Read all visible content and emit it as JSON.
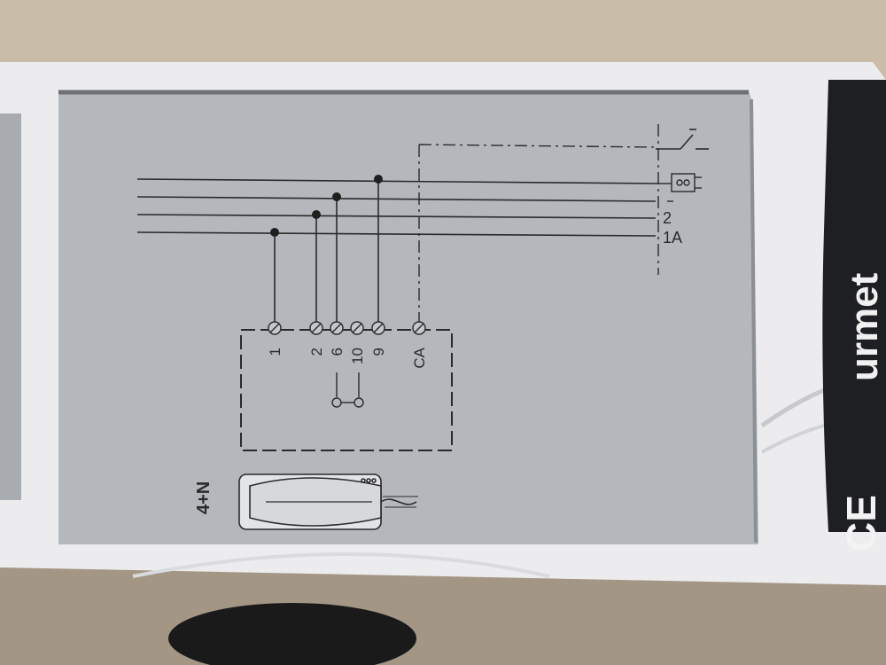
{
  "brand": {
    "logo": "urmet",
    "mark": "CE"
  },
  "diagram": {
    "system_label": "4+N",
    "right_labels": {
      "line_2": "2",
      "line_1a": "1A"
    },
    "terminals": [
      {
        "id": "t1",
        "label": "1"
      },
      {
        "id": "t2",
        "label": "2"
      },
      {
        "id": "t6",
        "label": "6"
      },
      {
        "id": "t10",
        "label": "10"
      },
      {
        "id": "t9",
        "label": "9"
      },
      {
        "id": "tca",
        "label": "CA"
      }
    ]
  },
  "colors": {
    "panel": "#b4b8bd",
    "box": "#ececee",
    "ink": "#2a2a2a",
    "logo_band": "#1e1f22"
  },
  "icons": [
    "switch-icon",
    "door-lock-icon",
    "handset-icon"
  ]
}
